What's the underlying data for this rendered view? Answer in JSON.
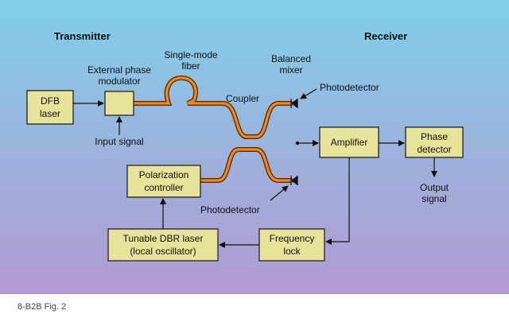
{
  "headers": {
    "transmitter": "Transmitter",
    "receiver": "Receiver"
  },
  "blocks": {
    "dfb_laser": [
      "DFB",
      "laser"
    ],
    "polarization_controller": [
      "Polarization",
      "controller"
    ],
    "tunable_dbr_laser": [
      "Tunable DBR laser",
      "(local oscillator)"
    ],
    "frequency_lock": [
      "Frequency",
      "lock"
    ],
    "amplifier": [
      "Amplifier"
    ],
    "phase_detector": [
      "Phase",
      "detector"
    ]
  },
  "labels": {
    "external_phase_modulator": [
      "External phase",
      "modulator"
    ],
    "single_mode_fiber": [
      "Single-mode",
      "fiber"
    ],
    "balanced_mixer": [
      "Balanced",
      "mixer"
    ],
    "coupler": "Coupler",
    "photodetector_top": "Photodetector",
    "photodetector_bottom": "Photodetector",
    "input_signal": "Input signal",
    "output_signal": [
      "Output",
      "signal"
    ]
  },
  "caption": "8-B2B Fig. 2"
}
